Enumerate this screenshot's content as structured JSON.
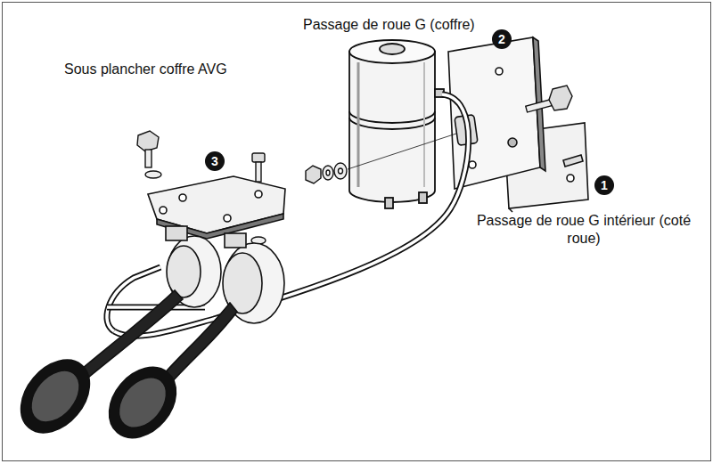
{
  "diagram": {
    "labels": [
      "Passage de roue G (coffre)",
      "2",
      "Sous plancher coffre AVG",
      "3",
      "1",
      "Passage de roue G intérieur (coté roue)"
    ]
  }
}
